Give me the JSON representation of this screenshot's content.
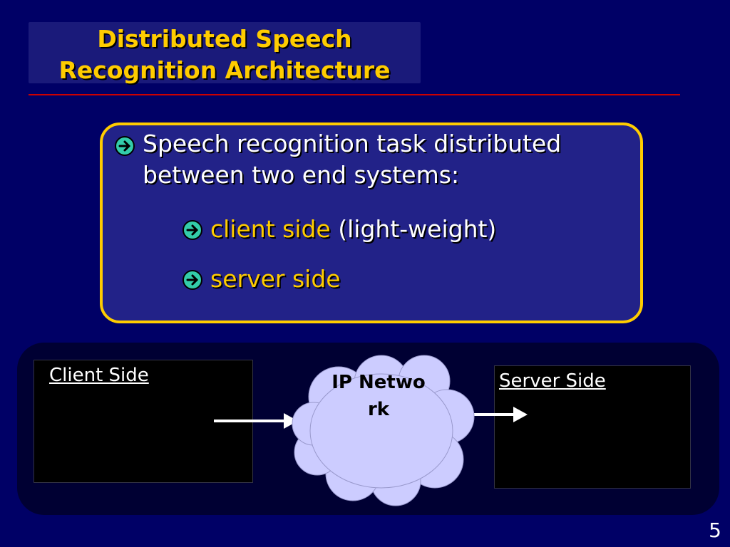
{
  "slide": {
    "title": "Distributed Speech Recognition Architecture",
    "page_number": "5"
  },
  "bullets": {
    "main": "Speech recognition task distributed between two end systems:",
    "sub1_highlight": "client side",
    "sub1_rest": " (light-weight)",
    "sub2_highlight": "server side"
  },
  "diagram": {
    "client_label": "Client Side",
    "server_label": "Server Side",
    "network_label": "IP Network"
  },
  "colors": {
    "background": "#000066",
    "title_text": "#ffcc00",
    "bullet_arrow": "#33ccaa",
    "cloud": "#ccccff"
  }
}
